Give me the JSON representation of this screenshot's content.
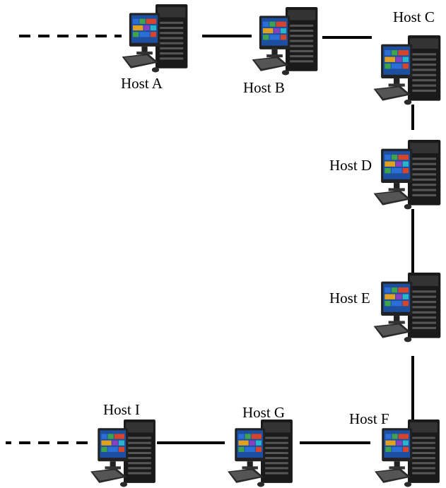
{
  "hosts": [
    {
      "id": "a",
      "label": "Host A",
      "icon": "desktop-computer-icon"
    },
    {
      "id": "b",
      "label": "Host B",
      "icon": "desktop-computer-icon"
    },
    {
      "id": "c",
      "label": "Host C",
      "icon": "desktop-computer-icon"
    },
    {
      "id": "d",
      "label": "Host D",
      "icon": "desktop-computer-icon"
    },
    {
      "id": "e",
      "label": "Host E",
      "icon": "desktop-computer-icon"
    },
    {
      "id": "f",
      "label": "Host F",
      "icon": "desktop-computer-icon"
    },
    {
      "id": "g",
      "label": "Host G",
      "icon": "desktop-computer-icon"
    },
    {
      "id": "i",
      "label": "Host I",
      "icon": "desktop-computer-icon"
    }
  ],
  "links": [
    {
      "from": "external-left-top",
      "to": "a",
      "style": "dashed"
    },
    {
      "from": "a",
      "to": "b",
      "style": "solid"
    },
    {
      "from": "b",
      "to": "c",
      "style": "solid"
    },
    {
      "from": "c",
      "to": "d",
      "style": "solid"
    },
    {
      "from": "d",
      "to": "e",
      "style": "solid"
    },
    {
      "from": "e",
      "to": "f",
      "style": "solid"
    },
    {
      "from": "f",
      "to": "g",
      "style": "solid"
    },
    {
      "from": "g",
      "to": "i",
      "style": "solid"
    },
    {
      "from": "i",
      "to": "external-left-bottom",
      "style": "dashed"
    }
  ],
  "colors": {
    "line": "#000000",
    "tower": "#1a1a1a",
    "monitor_frame": "#222222",
    "screen_tiles": [
      "#2b6fd6",
      "#3fa34d",
      "#d6452b",
      "#8a3fbf",
      "#e0a020",
      "#2bb3c9"
    ]
  }
}
